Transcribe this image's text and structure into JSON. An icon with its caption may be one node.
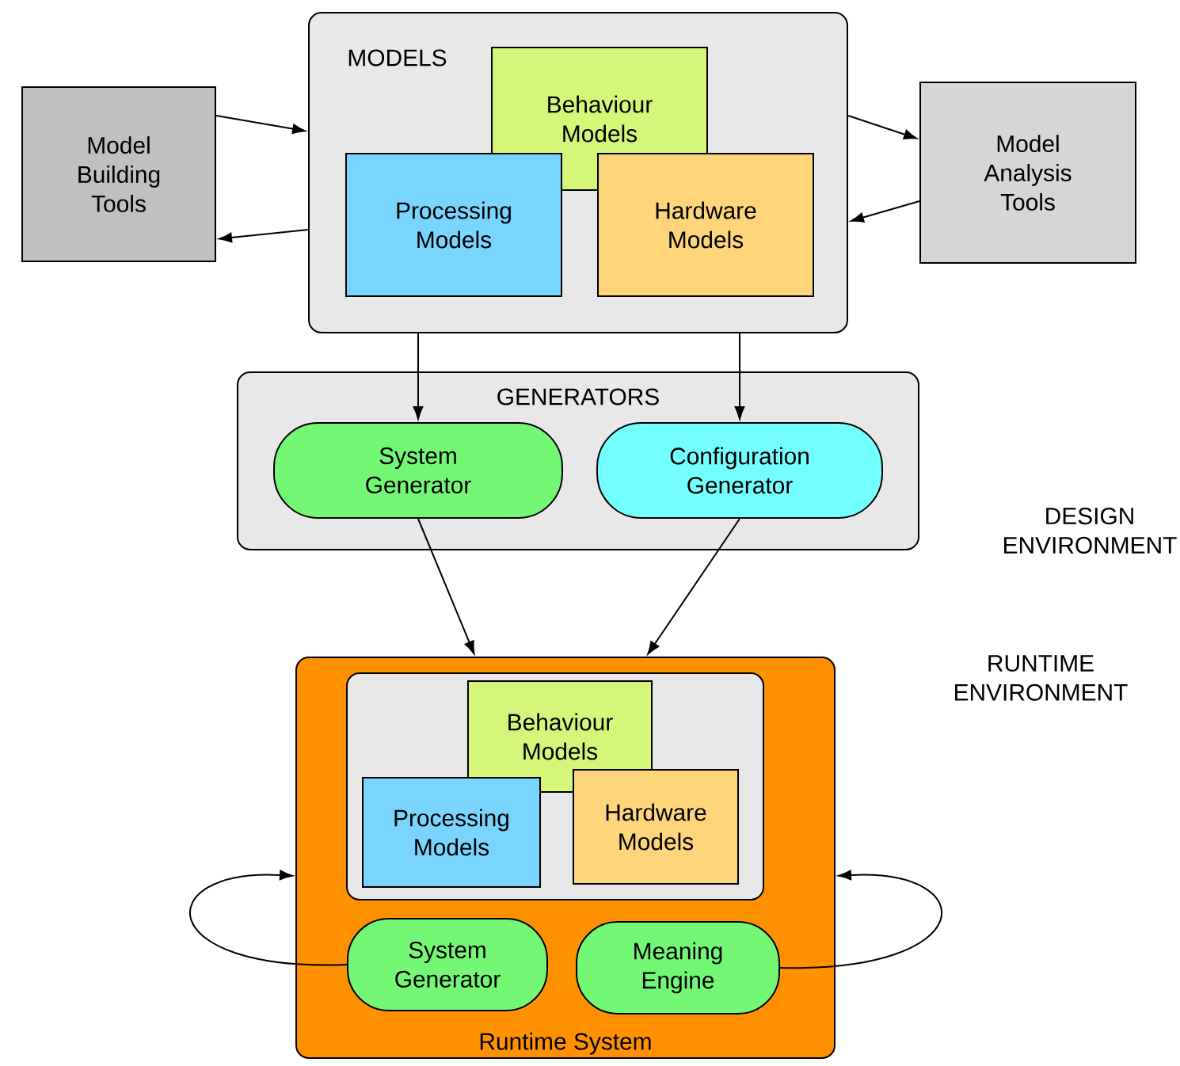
{
  "diagram": {
    "nodes": [
      {
        "text": [
          "Model Building Tools"
        ]
      },
      {
        "text": [
          "MODELS"
        ]
      },
      {
        "text": [
          "Behaviour Models"
        ],
        "in": 1
      },
      {
        "text": [
          "Processing Models"
        ],
        "in": 1
      },
      {
        "text": [
          "Hardware Models"
        ],
        "in": 1
      },
      {
        "text": [
          "Model Analysis Tools"
        ]
      },
      {
        "text": [
          "GENERATORS"
        ]
      },
      {
        "text": [
          "System Generator"
        ],
        "in": 6
      },
      {
        "text": [
          "Configuration Generator"
        ],
        "in": 6
      },
      {
        "text": [
          "Runtime System"
        ]
      },
      {
        "text": [],
        "shape": "box",
        "in": 9
      },
      {
        "text": [
          "Behaviour Models"
        ],
        "in": 10
      },
      {
        "text": [
          "Processing Models"
        ],
        "in": 10
      },
      {
        "text": [
          "Hardware Models"
        ],
        "in": 10
      },
      {
        "text": [
          "System Generator"
        ],
        "in": 9
      },
      {
        "text": [
          "Meaning Engine"
        ],
        "in": 9
      }
    ],
    "edges": [
      {
        "from": 0,
        "to": 1,
        "arrow": "to"
      },
      {
        "from": 1,
        "to": 0,
        "arrow": "to"
      },
      {
        "from": 1,
        "to": 5,
        "arrow": "to"
      },
      {
        "from": 5,
        "to": 1,
        "arrow": "to"
      },
      {
        "from": 1,
        "to": 7,
        "arrow": "to"
      },
      {
        "from": 1,
        "to": 8,
        "arrow": "to"
      },
      {
        "from": 7,
        "to": 9,
        "arrow": "to"
      },
      {
        "from": 8,
        "to": 9,
        "arrow": "to"
      },
      {
        "from": 14,
        "to": 9,
        "arrow": "to"
      },
      {
        "from": 15,
        "to": 9,
        "arrow": "to"
      }
    ],
    "labels": [
      "DESIGN ENVIRONMENT",
      "RUNTIME ENVIRONMENT"
    ]
  }
}
